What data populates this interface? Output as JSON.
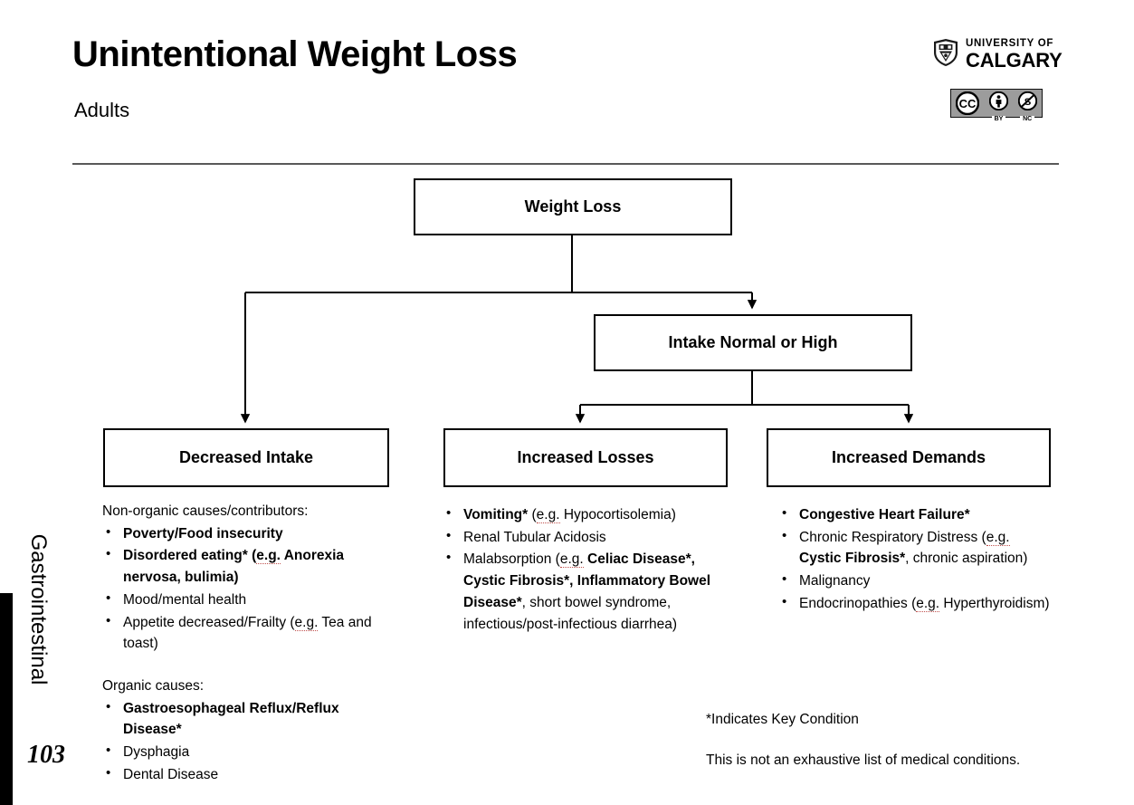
{
  "header": {
    "title": "Unintentional Weight Loss",
    "subtitle": "Adults",
    "logo": {
      "line1": "UNIVERSITY OF",
      "line2": "CALGARY",
      "crest_icon": "university-shield-crest-icon"
    },
    "license": {
      "badge_icon": "creative-commons-icon",
      "by_icon": "cc-attribution-person-icon",
      "nc_icon": "cc-noncommercial-crossed-dollar-icon",
      "by_label": "BY",
      "nc_label": "NC"
    }
  },
  "flowchart": {
    "nodes": {
      "root": "Weight Loss",
      "intake": "Intake Normal or High",
      "decreased_intake": "Decreased Intake",
      "increased_losses": "Increased Losses",
      "increased_demands": "Increased Demands"
    }
  },
  "columns": {
    "decreased_intake": {
      "group1_heading": "Non-organic causes/contributors:",
      "group1_items": [
        "Poverty/Food insecurity",
        "Disordered eating* (e.g. Anorexia nervosa, bulimia)",
        "Mood/mental health",
        "Appetite decreased/Frailty (e.g. Tea and toast)"
      ],
      "group2_heading": "Organic causes:",
      "group2_items": [
        "Gastroesophageal Reflux/Reflux Disease*",
        "Dysphagia",
        "Dental Disease"
      ]
    },
    "increased_losses": {
      "items": [
        "Vomiting* (e.g. Hypocortisolemia)",
        "Renal Tubular Acidosis",
        "Malabsorption (e.g. Celiac Disease*, Cystic Fibrosis*, Inflammatory Bowel Disease*, short bowel syndrome, infectious/post-infectious diarrhea)"
      ]
    },
    "increased_demands": {
      "items": [
        "Congestive Heart Failure*",
        "Chronic Respiratory Distress (e.g. Cystic Fibrosis*, chronic aspiration)",
        "Malignancy",
        "Endocrinopathies (e.g. Hyperthyroidism)"
      ]
    }
  },
  "footnotes": {
    "key": "*Indicates Key Condition",
    "scope": "This is not an exhaustive list of medical conditions."
  },
  "section": {
    "label": "Gastrointestinal",
    "page_number": "103"
  }
}
